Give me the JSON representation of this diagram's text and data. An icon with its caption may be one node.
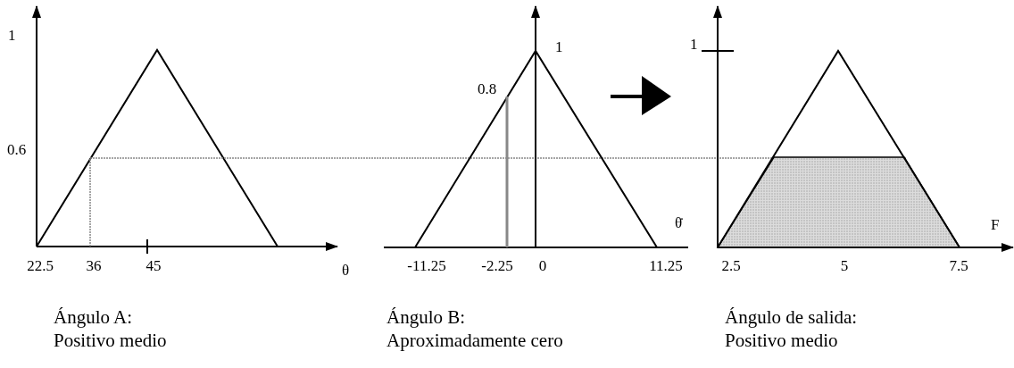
{
  "diagram": {
    "labels": [
      "1",
      "0.6",
      "22.5",
      "36",
      "45",
      "θ",
      "Ángulo A: Positivo medio",
      "0.8",
      "1",
      "θ̇",
      "-11.25",
      "-2.25",
      "0",
      "11.25",
      "Ángulo B: Aproximadamente cero",
      "1",
      "F",
      "2.5",
      "5",
      "7.5",
      "Ángulo de salida: Positivo medio"
    ]
  }
}
